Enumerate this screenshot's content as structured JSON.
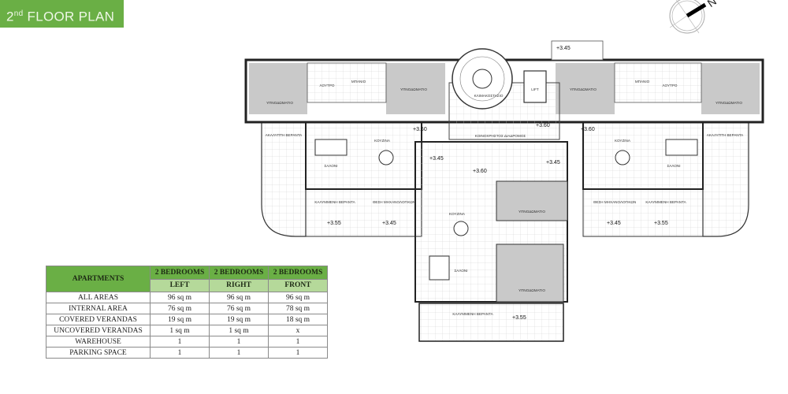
{
  "title": {
    "ordinal": "2",
    "suffix": "nd",
    "text": "FLOOR PLAN"
  },
  "compass": {
    "label": "N"
  },
  "table": {
    "header": "APARTMENTS",
    "columns": [
      {
        "type": "2 BEDROOMS",
        "position": "LEFT"
      },
      {
        "type": "2 BEDROOMS",
        "position": "RIGHT"
      },
      {
        "type": "2 BEDROOMS",
        "position": "FRONT"
      }
    ],
    "rows": [
      {
        "label": "ALL AREAS",
        "values": [
          "96 sq m",
          "96 sq m",
          "96 sq m"
        ]
      },
      {
        "label": "INTERNAL AREA",
        "values": [
          "76 sq m",
          "76 sq m",
          "78 sq m"
        ]
      },
      {
        "label": "COVERED VERANDAS",
        "values": [
          "19 sq m",
          "19 sq m",
          "18 sq m"
        ]
      },
      {
        "label": "UNCOVERED VERANDAS",
        "values": [
          "1 sq m",
          "1 sq m",
          "x"
        ]
      },
      {
        "label": "WAREHOUSE",
        "values": [
          "1",
          "1",
          "1"
        ]
      },
      {
        "label": "PARKING SPACE",
        "values": [
          "1",
          "1",
          "1"
        ]
      }
    ]
  },
  "plan": {
    "bedroom": "ΥΠΝΟΔΩΜΑΤΙΟ",
    "wc": "ΛΟΥΤΡΟ",
    "bath": "ΜΠΑΝΙΟ",
    "kitchen": "ΚΟΥΖΙΝΑ",
    "living": "ΣΑΛΟΝΙ",
    "open_veranda": "ΑΚΑΛΥΠΤΗ ΒΕΡΑΝΤΑ",
    "covered_veranda": "ΚΑΛΥΜΜΕΝΗ ΒΕΡΑΝΤΑ",
    "mechanical": "ΘΕΣΗ ΜΗΧΑΝΟΛΟΓΙΚΩΝ",
    "stairs": "ΚΛΙΜΑΚΟΣΤΑΣΙΟ",
    "lift": "LIFT",
    "corridor": "ΚΟΙΝΟΧΡΗΣΤΟΣ ΔΙΑΔΡΟΜΟΣ",
    "levels": {
      "a": "+3.60",
      "b": "+3.45",
      "c": "+3.55"
    }
  }
}
